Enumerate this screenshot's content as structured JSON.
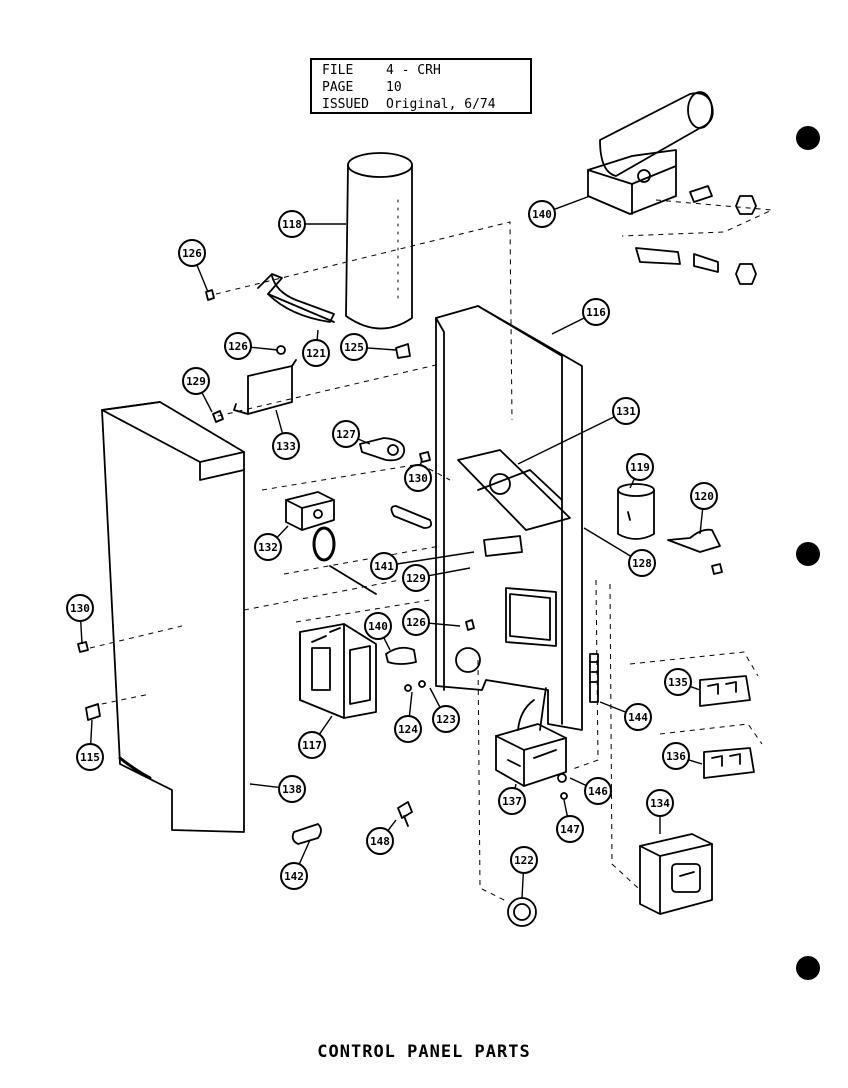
{
  "header": {
    "file_label": "FILE",
    "file_value": "4 - CRH",
    "page_label": "PAGE",
    "page_value": "10",
    "issued_label": "ISSUED",
    "issued_value": "Original, 6/74"
  },
  "title": "CONTROL PANEL PARTS",
  "callouts": [
    "118",
    "126",
    "121",
    "126",
    "125",
    "116",
    "129",
    "133",
    "127",
    "131",
    "130",
    "119",
    "120",
    "132",
    "128",
    "141",
    "129",
    "130",
    "140",
    "126",
    "135",
    "115",
    "117",
    "124",
    "123",
    "144",
    "136",
    "138",
    "137",
    "146",
    "147",
    "148",
    "142",
    "122",
    "134",
    "140"
  ]
}
